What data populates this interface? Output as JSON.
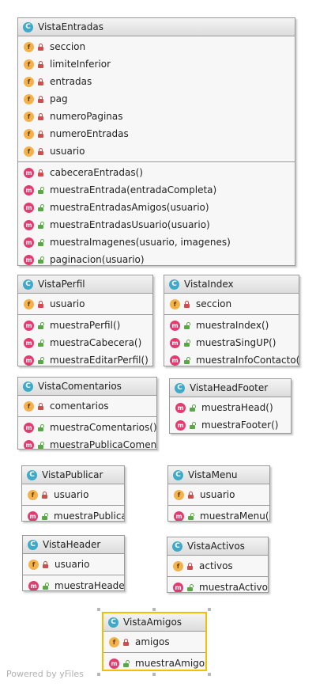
{
  "classes": {
    "vistaEntradas": {
      "name": "VistaEntradas",
      "fields": [
        "seccion",
        "limiteInferior",
        "entradas",
        "pag",
        "numeroPaginas",
        "numeroEntradas",
        "usuario"
      ],
      "methods": [
        "cabeceraEntradas()",
        "muestraEntrada(entradaCompleta)",
        "muestraEntradasAmigos(usuario)",
        "muestraEntradasUsuario(usuario)",
        "muestraImagenes(usuario, imagenes)",
        "paginacion(usuario)"
      ]
    },
    "vistaPerfil": {
      "name": "VistaPerfil",
      "fields": [
        "usuario"
      ],
      "methods": [
        "muestraPerfil()",
        "muestraCabecera()",
        "muestraEditarPerfil()"
      ]
    },
    "vistaIndex": {
      "name": "VistaIndex",
      "fields": [
        "seccion"
      ],
      "methods": [
        "muestraIndex()",
        "muestraSingUP()",
        "muestraInfoContacto()"
      ]
    },
    "vistaComentarios": {
      "name": "VistaComentarios",
      "fields": [
        "comentarios"
      ],
      "methods": [
        "muestraComentarios()",
        "muestraPublicaComentari"
      ]
    },
    "vistaHeadFooter": {
      "name": "VistaHeadFooter",
      "methods": [
        "muestraHead()",
        "muestraFooter()"
      ]
    },
    "vistaPublicar": {
      "name": "VistaPublicar",
      "fields": [
        "usuario"
      ],
      "methods": [
        "muestraPublicar("
      ]
    },
    "vistaMenu": {
      "name": "VistaMenu",
      "fields": [
        "usuario"
      ],
      "methods": [
        "muestraMenu()"
      ]
    },
    "vistaHeader": {
      "name": "VistaHeader",
      "fields": [
        "usuario"
      ],
      "methods": [
        "muestraHeader()"
      ]
    },
    "vistaActivos": {
      "name": "VistaActivos",
      "fields": [
        "activos"
      ],
      "methods": [
        "muestraActivos("
      ]
    },
    "vistaAmigos": {
      "name": "VistaAmigos",
      "fields": [
        "amigos"
      ],
      "methods": [
        "muestraAmigos("
      ]
    }
  },
  "icons": {
    "class": "C",
    "field": "f",
    "method": "m"
  },
  "footer": "Powered by yFiles"
}
